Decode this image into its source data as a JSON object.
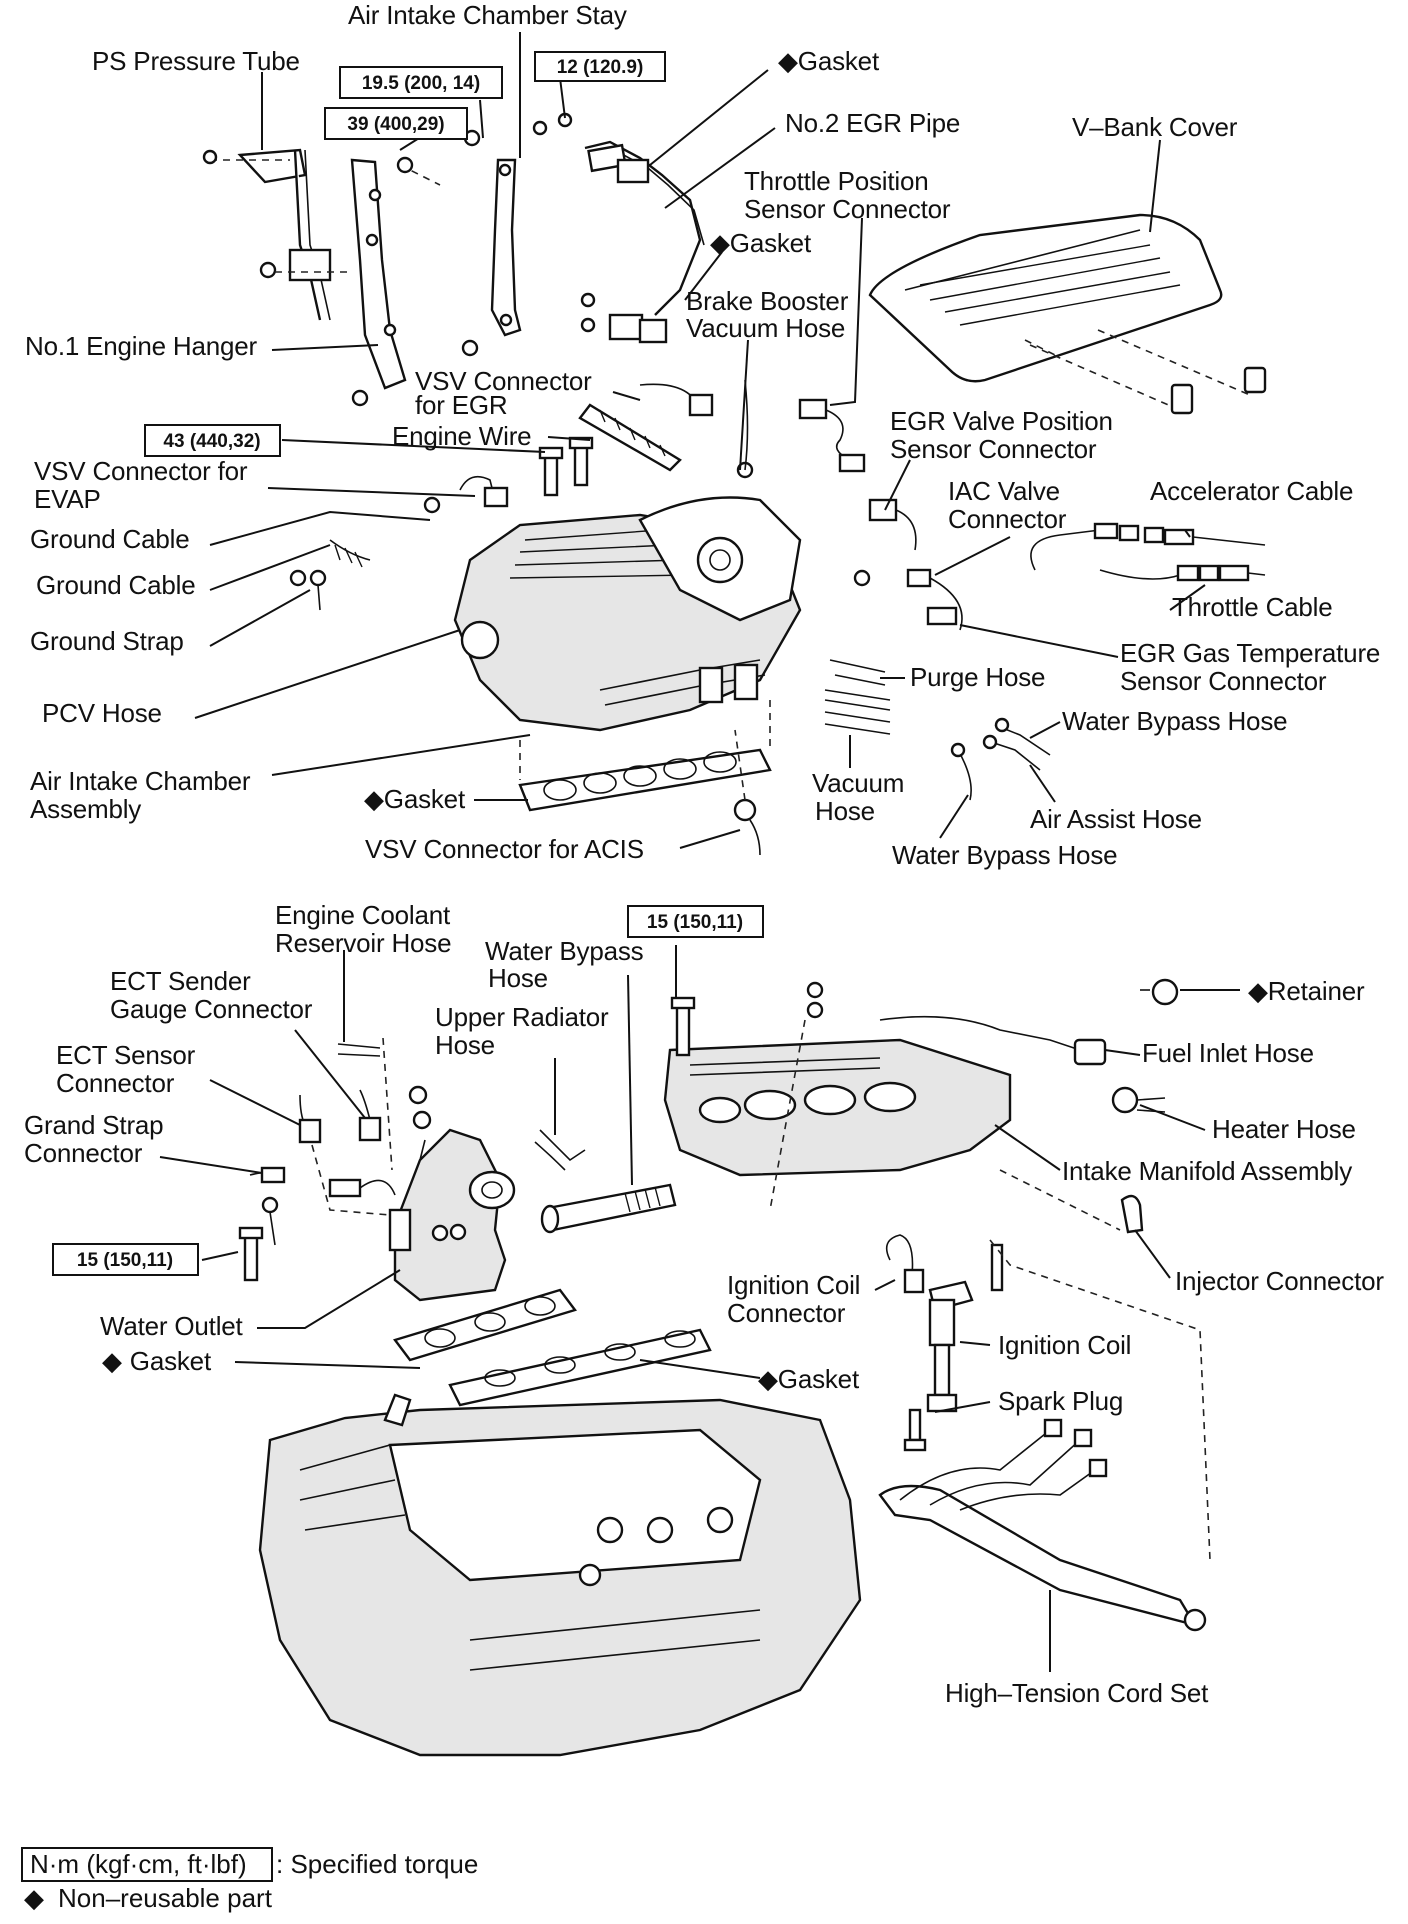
{
  "labels": {
    "air_intake_chamber_stay": "Air Intake Chamber Stay",
    "ps_pressure_tube": "PS Pressure Tube",
    "gasket_top": "Gasket",
    "no2_egr_pipe": "No.2 EGR Pipe",
    "v_bank_cover": "V–Bank Cover",
    "throttle_position_sensor_connector_1": "Throttle Position",
    "throttle_position_sensor_connector_2": "Sensor Connector",
    "gasket_egr": "Gasket",
    "brake_booster_vacuum_hose_1": "Brake Booster",
    "brake_booster_vacuum_hose_2": "Vacuum Hose",
    "no1_engine_hanger": "No.1 Engine Hanger",
    "vsv_connector_for_egr_1": "VSV Connector",
    "vsv_connector_for_egr_2": "for EGR",
    "engine_wire": "Engine Wire",
    "egr_valve_position_sensor_connector_1": "EGR Valve Position",
    "egr_valve_position_sensor_connector_2": "Sensor Connector",
    "vsv_connector_for_evap_1": "VSV Connector for",
    "vsv_connector_for_evap_2": "EVAP",
    "iac_valve_connector_1": "IAC Valve",
    "iac_valve_connector_2": "Connector",
    "accelerator_cable": "Accelerator Cable",
    "ground_cable_1": "Ground Cable",
    "ground_cable_2": "Ground Cable",
    "throttle_cable": "Throttle Cable",
    "ground_strap": "Ground Strap",
    "egr_gas_temperature_sensor_connector_1": "EGR Gas Temperature",
    "egr_gas_temperature_sensor_connector_2": "Sensor Connector",
    "purge_hose": "Purge Hose",
    "pcv_hose": "PCV Hose",
    "water_bypass_hose_right": "Water Bypass Hose",
    "air_intake_chamber_assembly_1": "Air Intake Chamber",
    "air_intake_chamber_assembly_2": "Assembly",
    "gasket_chamber": "Gasket",
    "vacuum_hose_1": "Vacuum",
    "vacuum_hose_2": "Hose",
    "air_assist_hose": "Air Assist Hose",
    "vsv_connector_for_acis": "VSV Connector for ACIS",
    "water_bypass_hose_lower": "Water Bypass Hose",
    "engine_coolant_reservoir_hose_1": "Engine Coolant",
    "engine_coolant_reservoir_hose_2": "Reservoir Hose",
    "water_bypass_hose_mid_1": "Water Bypass",
    "water_bypass_hose_mid_2": "Hose",
    "ect_sender_gauge_connector_1": "ECT Sender",
    "ect_sender_gauge_connector_2": "Gauge Connector",
    "retainer": "Retainer",
    "upper_radiator_hose_1": "Upper Radiator",
    "upper_radiator_hose_2": "Hose",
    "ect_sensor_connector_1": "ECT Sensor",
    "ect_sensor_connector_2": "Connector",
    "fuel_inlet_hose": "Fuel Inlet Hose",
    "grand_strap_connector_1": "Grand Strap",
    "grand_strap_connector_2": "Connector",
    "heater_hose": "Heater Hose",
    "intake_manifold_assembly": "Intake Manifold Assembly",
    "injector_connector": "Injector Connector",
    "ignition_coil_connector_1": "Ignition Coil",
    "ignition_coil_connector_2": "Connector",
    "water_outlet": "Water Outlet",
    "ignition_coil": "Ignition Coil",
    "gasket_outlet": "Gasket",
    "gasket_manifold": "Gasket",
    "spark_plug": "Spark Plug",
    "high_tension_cord_set": "High–Tension Cord Set"
  },
  "torques": {
    "t1": "19.5 (200, 14)",
    "t2": "39 (400,29)",
    "t3": "12 (120.9)",
    "t4": "43 (440,32)",
    "t5": "15 (150,11)",
    "t6": "15 (150,11)"
  },
  "symbols": {
    "non_reusable": "◆"
  },
  "legend": {
    "torque_unit": "N·m (kgf·cm, ft·lbf)",
    "torque_desc": ": Specified torque",
    "non_reusable_desc": "Non–reusable part"
  }
}
